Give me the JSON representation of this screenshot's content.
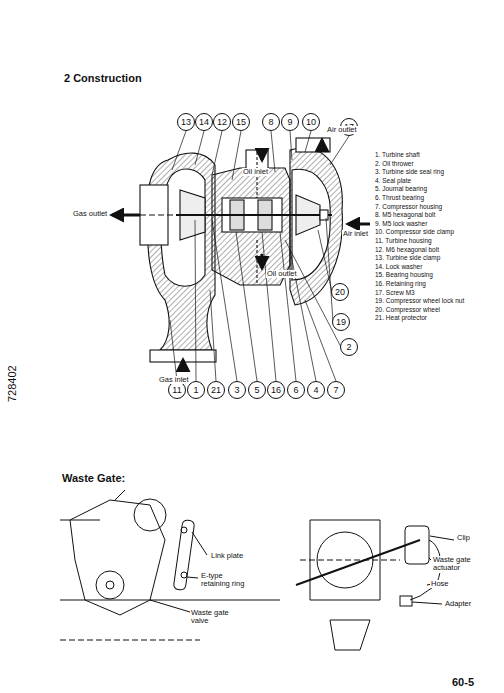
{
  "diagram": {
    "title": "2 Construction",
    "labels": [
      "13",
      "14",
      "12",
      "15",
      "8",
      "9",
      "10",
      "17",
      "20",
      "19",
      "2",
      "11",
      "1",
      "21",
      "3",
      "5",
      "16",
      "6",
      "4",
      "7",
      "Oil inlet",
      "Air outlet",
      "Gas outlet",
      "Air inlet",
      "Oil outlet",
      "Gas inlet",
      "1. Turbine shaft",
      "2. Oil thrower",
      "3. Turbine side seal ring",
      "4. Seal plate",
      "5. Journal bearing",
      "6. Thrust bearing",
      "7. Compressor housing",
      "8. M5 hexagonal bolt",
      "9. M5 lock washer",
      "10. Compressor side clamp",
      "11. Turbine housing",
      "12. M6 hexagonal bolt",
      "13. Turbine side clamp",
      "14. Lock washer",
      "15. Bearing housing",
      "16. Retaining ring",
      "17. Screw M3",
      "19. Compressor wheel lock nut",
      "20. Compressor wheel",
      "21. Heat protector",
      "728402",
      "Waste Gate:",
      "Link plate",
      "E-type retaining ring",
      "Waste gate valve",
      "Clip",
      "Waste gate actuator",
      "Hose",
      "Adapter",
      "60-5"
    ]
  }
}
